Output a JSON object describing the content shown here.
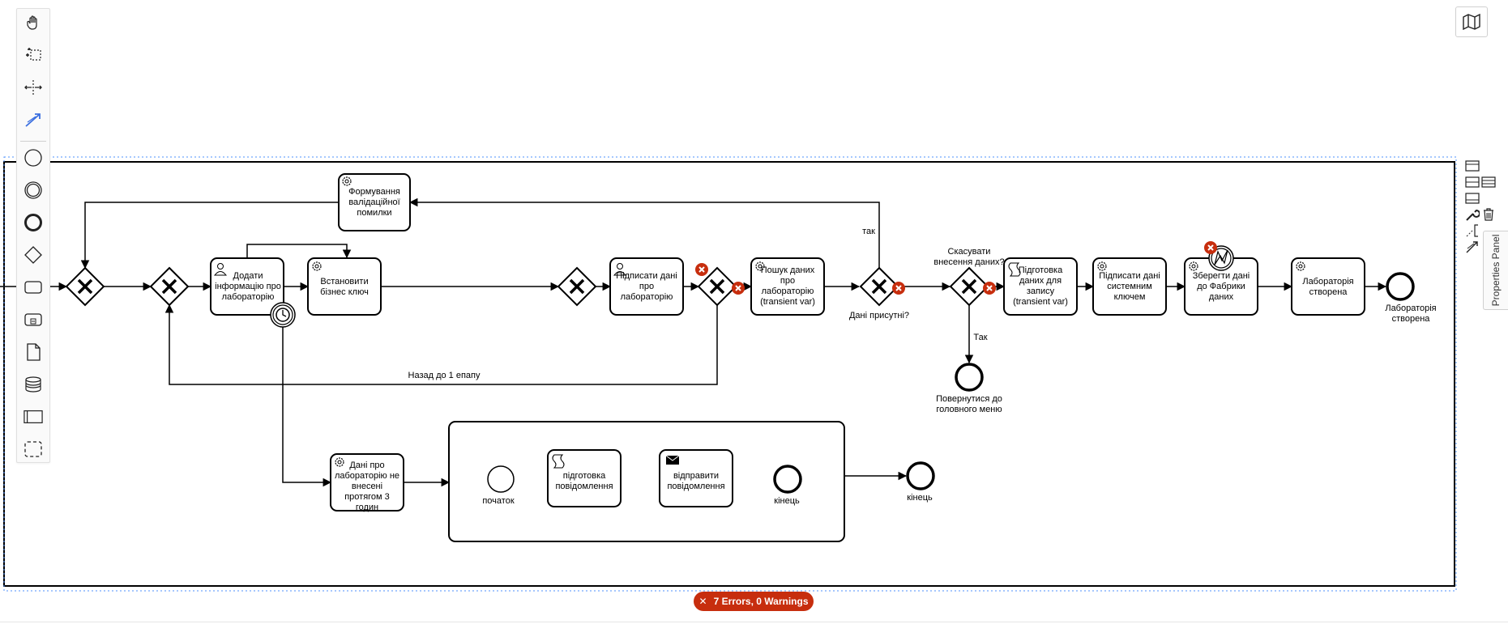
{
  "palette": {
    "tools": [
      "hand-tool",
      "lasso-tool",
      "space-tool",
      "global-connect-tool",
      "start-event",
      "intermediate-event",
      "end-event",
      "gateway",
      "task",
      "subprocess",
      "data-object",
      "data-store",
      "pool",
      "group"
    ]
  },
  "colors": {
    "error": "#c72e0e",
    "stroke": "#000000",
    "selection": "#4d90fe",
    "connect_tool": "#3b6fe0"
  },
  "tasks": {
    "validation_error": "Формування валідаційної помилки",
    "add_info": "Додати інформацію про лабораторію",
    "set_business_key": "Встановити бізнес ключ",
    "sign_data": "Підписати дані про лабораторію",
    "search_data": "Пошук даних про лабораторію (transient var)",
    "prepare_data": "Підготовка даних для запису (transient var)",
    "sign_system_key": "Підписати дані системним ключем",
    "save_factory": "Зберегти дані до Фабрики даних",
    "lab_created_task": "Лабораторія створена",
    "not_entered_timeout": "Дані про лабораторію не внесені протягом 3 годин",
    "prepare_message": "підготовка повідомлення",
    "send_message": "відправити повідомлення"
  },
  "events": {
    "lab_created_end": "Лабораторія створена",
    "return_main_menu": "Повернутися до головного меню",
    "sub_start": "початок",
    "sub_end": "кінець",
    "timeout_end": "кінець"
  },
  "labels": {
    "tak_top": "так",
    "data_present": "Дані присутні?",
    "cancel_entry": "Скасувати внесення даних?",
    "tak_down": "Так",
    "back_to_stage1": "Назад до 1 епапу"
  },
  "status": {
    "errors_warnings": "7 Errors, 0 Warnings"
  },
  "panel": {
    "properties_label": "Properties Panel"
  }
}
